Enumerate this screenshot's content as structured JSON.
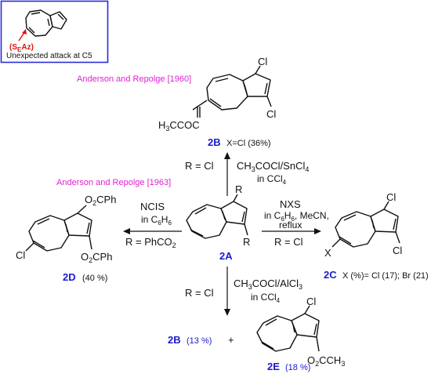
{
  "colors": {
    "reference": "#e020d0",
    "compound_id": "#1a1ad0",
    "inset_frame": "#2a2adc",
    "attack": "#e01010"
  },
  "inset": {
    "mechanism": "(S",
    "mechanism_sub": "E",
    "mechanism_tail": "Az)",
    "caption": "Unexpected attack at C5"
  },
  "references": {
    "top": "Anderson and Repolge [1960]",
    "left": "Anderson and Repolge  [1963]"
  },
  "substituents": {
    "cl": "Cl",
    "r": "R",
    "x": "X",
    "acyl_2b_pre": "H",
    "acyl_2b_sub": "3",
    "acyl_2b_pre2": "C",
    "acyl_2b_post": "COC",
    "o2cph_pre": "O",
    "o2cph_sub": "2",
    "o2cph_post": "CPh",
    "o2ccch3_post": "CCH",
    "o2ccch3_sub2": "3"
  },
  "compounds": {
    "c2A": {
      "id": "2A"
    },
    "c2B_top": {
      "id": "2B",
      "note": "X=Cl (36%)"
    },
    "c2C": {
      "id": "2C",
      "note": "X (%)= Cl (17); Br (21)"
    },
    "c2D": {
      "id": "2D",
      "note": "(40 %)"
    },
    "c2B_bottom": {
      "id": "2B",
      "note": "(13 %)"
    },
    "plus": "+",
    "c2E": {
      "id": "2E",
      "note": "(18 %)"
    }
  },
  "conditions": {
    "up_left": "R = Cl",
    "up_right_pre": "CH",
    "up_right_sub": "3",
    "up_right_post": "COCl/SnCl",
    "up_right_sub2": "4",
    "up_solvent_pre": "in CCl",
    "up_solvent_sub": "4",
    "right_top": "NXS",
    "right_mid_pre": "in C",
    "right_mid_sub1": "6",
    "right_mid_mid": "H",
    "right_mid_sub2": "6",
    "right_mid_post": ", MeCN,",
    "right_reflux": "reflux",
    "right_bottom": "R = Cl",
    "left_top": "NCIS",
    "left_mid_pre": "in C",
    "left_mid_sub1": "6",
    "left_mid_mid": "H",
    "left_mid_sub2": "6",
    "left_bottom_pre": "R = PhCO",
    "left_bottom_sub": "2",
    "down_left": "R = Cl",
    "down_right_pre": "CH",
    "down_right_sub": "3",
    "down_right_post": "COCl/AlCl",
    "down_right_sub2": "3",
    "down_solvent_pre": "in CCl",
    "down_solvent_sub": "4"
  }
}
